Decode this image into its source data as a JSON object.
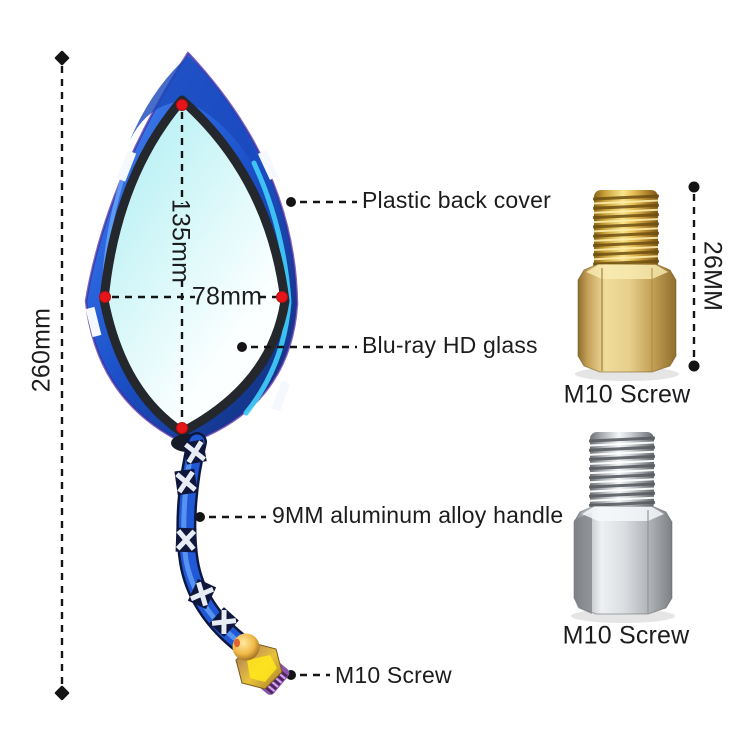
{
  "dimensions": {
    "overall_height": "260mm",
    "mirror_height": "135mm",
    "mirror_width": "78mm",
    "gold_screw_length": "26MM"
  },
  "callouts": {
    "back_cover": "Plastic back cover",
    "glass": "Blu-ray HD glass",
    "handle": "9MM aluminum alloy handle",
    "mirror_screw": "M10 Screw"
  },
  "screws": {
    "gold": {
      "label": "M10 Screw",
      "finish": "gold"
    },
    "silver": {
      "label": "M10 Screw",
      "finish": "silver"
    }
  },
  "colors": {
    "frame_blue": "#2360dc",
    "glass_cyan": "#aceef4",
    "marker_red": "#e6151a",
    "line_black": "#141414",
    "gold": "#dfc27c",
    "silver": "#cdd0d4"
  }
}
